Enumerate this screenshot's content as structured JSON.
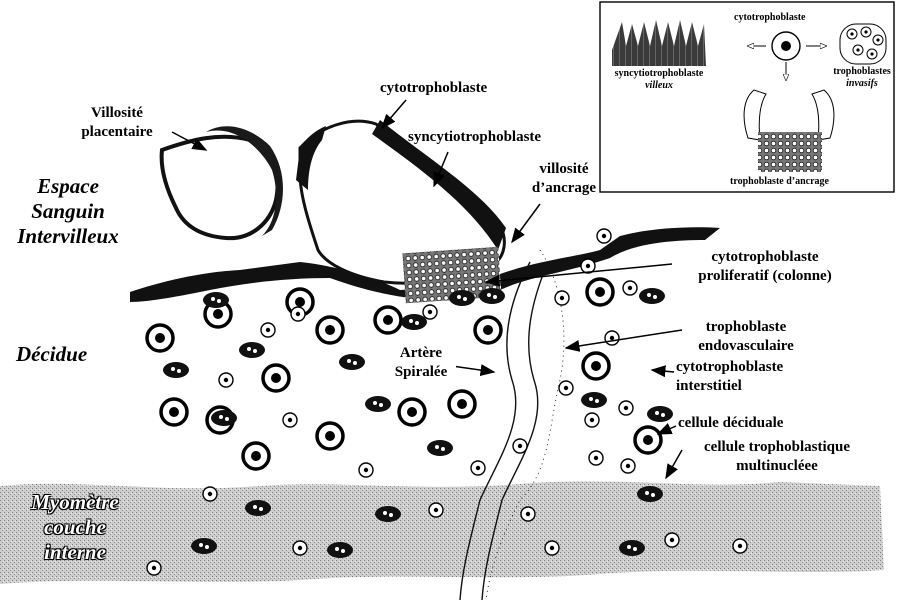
{
  "regions": {
    "espace": [
      "Espace",
      "Sanguin",
      "Intervilleux"
    ],
    "decidue": "Décidue",
    "myometre": [
      "Myomètre",
      "couche",
      "interne"
    ]
  },
  "labels": {
    "villosite_placentaire": [
      "Villosité",
      "placentaire"
    ],
    "cytotrophoblaste": "cytotrophoblaste",
    "syncytiotrophoblaste": "syncytiotrophoblaste",
    "villosite_ancrage": [
      "villosité",
      "d’ancrage"
    ],
    "cyto_proliferatif": [
      "cytotrophoblaste",
      "proliferatif (colonne)"
    ],
    "arteriole": [
      "Artère",
      "Spiralée"
    ],
    "trophoblaste_endovasculaire": [
      "trophoblaste",
      "endovasculaire"
    ],
    "cyto_interstitiel": [
      "cytotrophoblaste",
      "interstitiel"
    ],
    "cellule_deciduale": "cellule déciduale",
    "cellule_multinucleee": [
      "cellule trophoblastique",
      "multinucléee"
    ]
  },
  "inset": {
    "cytotrophoblaste": "cytotrophoblaste",
    "syncytio": [
      "syncytiotrophoblaste",
      "villeux"
    ],
    "invasifs": [
      "trophoblastes",
      "invasifs"
    ],
    "ancrage": "trophoblaste d’ancrage"
  }
}
